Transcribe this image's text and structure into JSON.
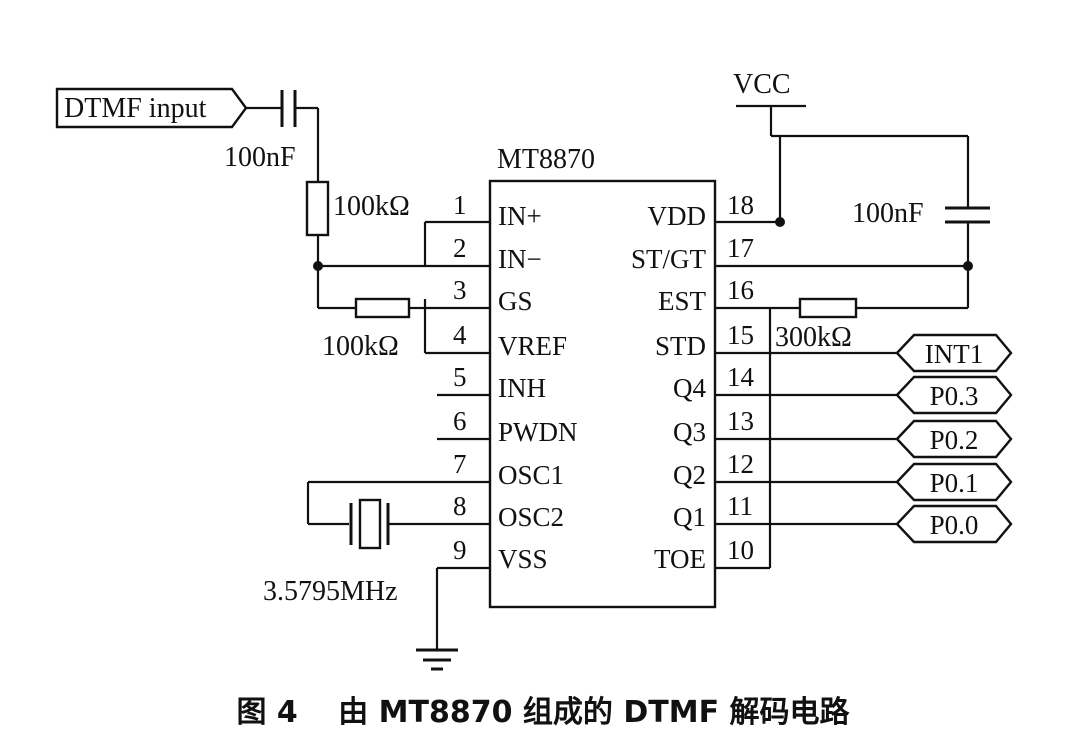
{
  "chip": {
    "name": "MT8870",
    "left_pins": [
      {
        "num": "1",
        "name": "IN+"
      },
      {
        "num": "2",
        "name": "IN−"
      },
      {
        "num": "3",
        "name": "GS"
      },
      {
        "num": "4",
        "name": "VREF"
      },
      {
        "num": "5",
        "name": "INH"
      },
      {
        "num": "6",
        "name": "PWDN"
      },
      {
        "num": "7",
        "name": "OSC1"
      },
      {
        "num": "8",
        "name": "OSC2"
      },
      {
        "num": "9",
        "name": "VSS"
      }
    ],
    "right_pins": [
      {
        "num": "18",
        "name": "VDD"
      },
      {
        "num": "17",
        "name": "ST/GT"
      },
      {
        "num": "16",
        "name": "EST"
      },
      {
        "num": "15",
        "name": "STD"
      },
      {
        "num": "14",
        "name": "Q4"
      },
      {
        "num": "13",
        "name": "Q3"
      },
      {
        "num": "12",
        "name": "Q2"
      },
      {
        "num": "11",
        "name": "Q1"
      },
      {
        "num": "10",
        "name": "TOE"
      }
    ]
  },
  "components": {
    "input_label": "DTMF input",
    "input_cap": "100nF",
    "resistor_in": "100kΩ",
    "resistor_gs": "100kΩ",
    "vcc": "VCC",
    "vdd_cap": "100nF",
    "resistor_est": "300kΩ",
    "crystal": "3.5795MHz"
  },
  "outputs": [
    "INT1",
    "P0.3",
    "P0.2",
    "P0.1",
    "P0.0"
  ],
  "caption": "图 4　 由 MT8870 组成的 DTMF 解码电路"
}
